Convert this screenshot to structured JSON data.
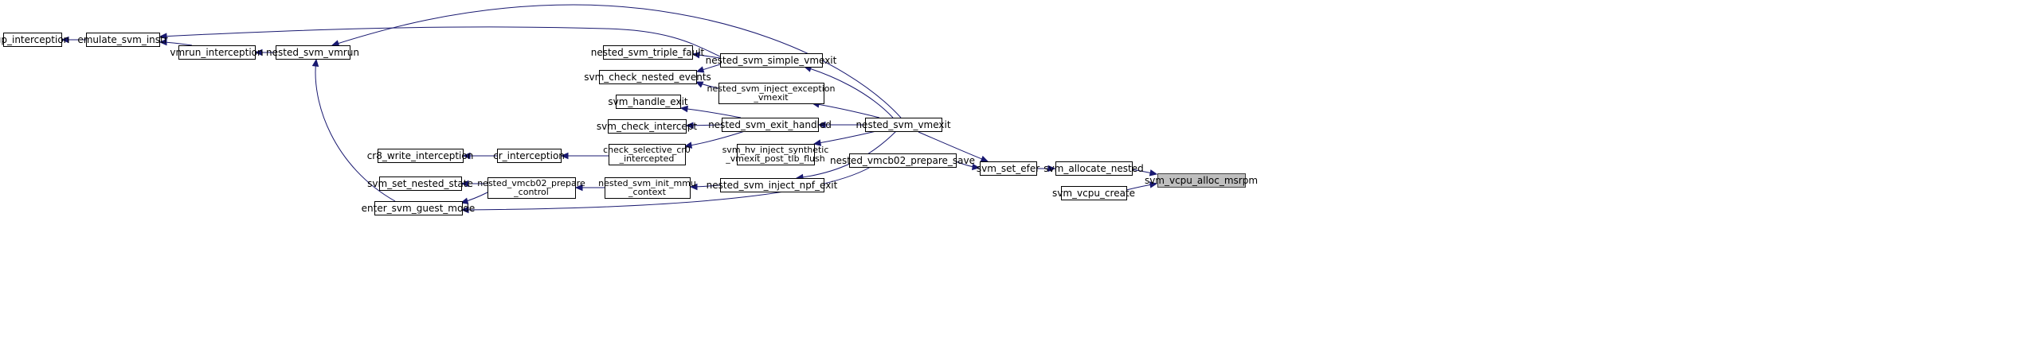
{
  "colors": {
    "edge": "#191970",
    "root_fill": "#bfbfbf",
    "node_fill": "#ffffff",
    "border": "#000000"
  },
  "nodes": {
    "gp_interception": [
      "gp_interception"
    ],
    "emulate_svm_instr": [
      "emulate_svm_instr"
    ],
    "vmrun_interception": [
      "vmrun_interception"
    ],
    "nested_svm_vmrun": [
      "nested_svm_vmrun"
    ],
    "nested_svm_triple_fault": [
      "nested_svm_triple_fault"
    ],
    "svm_check_nested_events": [
      "svm_check_nested_events"
    ],
    "nested_svm_simple_vmexit": [
      "nested_svm_simple_vmexit"
    ],
    "nested_svm_inject_exception_vmexit": [
      "nested_svm_inject_exception",
      "_vmexit"
    ],
    "svm_handle_exit": [
      "svm_handle_exit"
    ],
    "svm_check_intercept": [
      "svm_check_intercept"
    ],
    "nested_svm_exit_handled": [
      "nested_svm_exit_handled"
    ],
    "cr8_write_interception": [
      "cr8_write_interception"
    ],
    "cr_interception": [
      "cr_interception"
    ],
    "check_selective_cr0_intercepted": [
      "check_selective_cr0",
      "_intercepted"
    ],
    "svm_hv_inject_synthetic_vmexit_post_tlb_flush": [
      "svm_hv_inject_synthetic",
      "_vmexit_post_tlb_flush"
    ],
    "nested_svm_vmexit": [
      "nested_svm_vmexit"
    ],
    "svm_set_nested_state": [
      "svm_set_nested_state"
    ],
    "nested_vmcb02_prepare_control": [
      "nested_vmcb02_prepare",
      "_control"
    ],
    "nested_svm_init_mmu_context": [
      "nested_svm_init_mmu",
      "_context"
    ],
    "nested_svm_inject_npf_exit": [
      "nested_svm_inject_npf_exit"
    ],
    "nested_vmcb02_prepare_save": [
      "nested_vmcb02_prepare_save"
    ],
    "enter_svm_guest_mode": [
      "enter_svm_guest_mode"
    ],
    "svm_set_efer": [
      "svm_set_efer"
    ],
    "svm_allocate_nested": [
      "svm_allocate_nested"
    ],
    "svm_vcpu_create": [
      "svm_vcpu_create"
    ],
    "svm_vcpu_alloc_msrpm": [
      "svm_vcpu_alloc_msrpm"
    ]
  },
  "edges": [
    [
      "svm_allocate_nested",
      "svm_vcpu_alloc_msrpm"
    ],
    [
      "svm_vcpu_create",
      "svm_vcpu_alloc_msrpm"
    ],
    [
      "svm_set_efer",
      "svm_allocate_nested"
    ],
    [
      "nested_svm_vmexit",
      "svm_set_efer"
    ],
    [
      "nested_vmcb02_prepare_save",
      "svm_set_efer"
    ],
    [
      "emulate_svm_instr",
      "gp_interception"
    ],
    [
      "nested_svm_vmrun",
      "vmrun_interception"
    ],
    [
      "vmrun_interception",
      "emulate_svm_instr"
    ],
    [
      "nested_svm_vmexit",
      "nested_svm_vmrun"
    ],
    [
      "nested_svm_simple_vmexit",
      "emulate_svm_instr"
    ],
    [
      "nested_svm_simple_vmexit",
      "nested_svm_triple_fault"
    ],
    [
      "nested_svm_simple_vmexit",
      "svm_check_nested_events"
    ],
    [
      "nested_svm_vmexit",
      "nested_svm_simple_vmexit"
    ],
    [
      "nested_svm_inject_exception_vmexit",
      "svm_check_nested_events"
    ],
    [
      "nested_svm_vmexit",
      "nested_svm_inject_exception_vmexit"
    ],
    [
      "nested_svm_exit_handled",
      "svm_handle_exit"
    ],
    [
      "nested_svm_exit_handled",
      "svm_check_intercept"
    ],
    [
      "nested_svm_exit_handled",
      "check_selective_cr0_intercepted"
    ],
    [
      "nested_svm_vmexit",
      "nested_svm_exit_handled"
    ],
    [
      "cr_interception",
      "cr8_write_interception"
    ],
    [
      "check_selective_cr0_intercepted",
      "cr_interception"
    ],
    [
      "nested_svm_vmexit",
      "svm_hv_inject_synthetic_vmexit_post_tlb_flush"
    ],
    [
      "nested_svm_vmexit",
      "nested_svm_inject_npf_exit"
    ],
    [
      "nested_svm_inject_npf_exit",
      "nested_svm_init_mmu_context"
    ],
    [
      "nested_svm_init_mmu_context",
      "nested_vmcb02_prepare_control"
    ],
    [
      "nested_vmcb02_prepare_control",
      "svm_set_nested_state"
    ],
    [
      "nested_vmcb02_prepare_control",
      "enter_svm_guest_mode"
    ],
    [
      "nested_vmcb02_prepare_save",
      "enter_svm_guest_mode"
    ],
    [
      "enter_svm_guest_mode",
      "nested_svm_vmrun"
    ]
  ]
}
